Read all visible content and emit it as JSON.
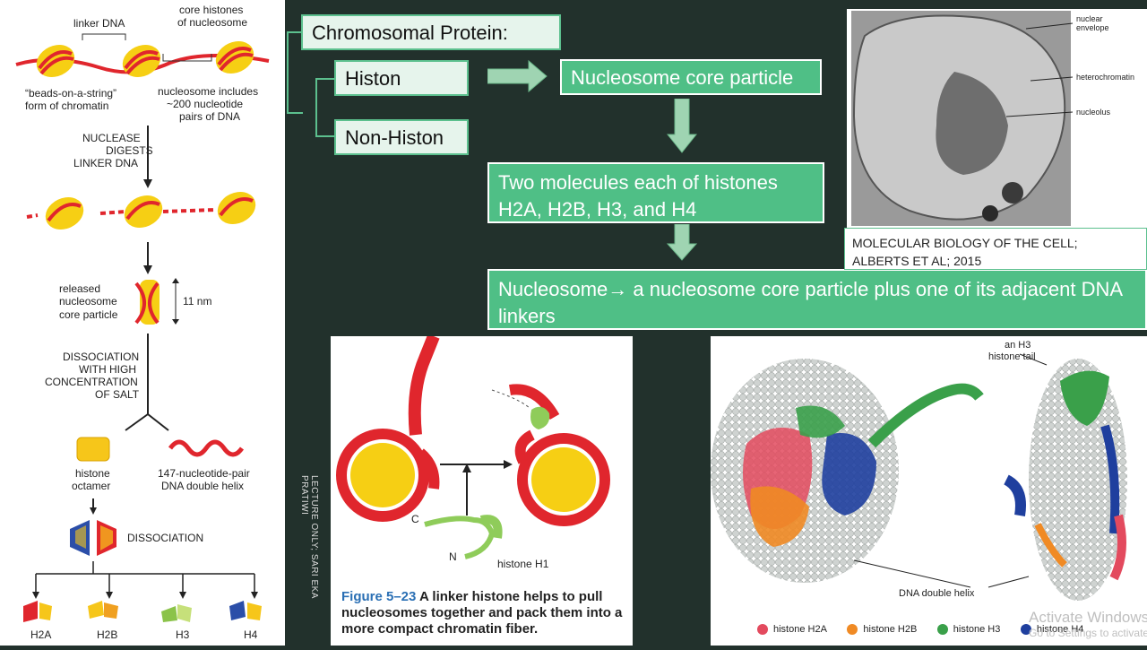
{
  "left_figure": {
    "linker_dna": "linker DNA",
    "core_histones": [
      "core histones",
      "of nucleosome"
    ],
    "beads": [
      "“beads-on-a-string”",
      "form of chromatin"
    ],
    "nucleosome_includes": [
      "nucleosome includes",
      "~200 nucleotide",
      "pairs of DNA"
    ],
    "nuclease": [
      "NUCLEASE",
      "DIGESTS",
      "LINKER DNA"
    ],
    "released": [
      "released",
      "nucleosome",
      "core particle"
    ],
    "size": "11 nm",
    "dissociation_salt": [
      "DISSOCIATION",
      "WITH HIGH",
      "CONCENTRATION",
      "OF SALT"
    ],
    "histone_octamer": [
      "histone",
      "octamer"
    ],
    "dna_helix": [
      "147-nucleotide-pair",
      "DNA double helix"
    ],
    "dissociation": "DISSOCIATION",
    "histones": [
      "H2A",
      "H2B",
      "H3",
      "H4"
    ]
  },
  "vertical_credit": "LECTURE ONLY; SARI EKA PRATIWI",
  "diagram": {
    "root": "Chromosomal Protein:",
    "histon": "Histon",
    "non_histon": "Non-Histon",
    "core_particle": "Nucleosome core particle",
    "two_molecules": "Two molecules each of histones H2A, H2B, H3, and H4",
    "nucleosome_def": "Nucleosome→ a nucleosome core particle plus one of its adjacent DNA linkers"
  },
  "micrograph": {
    "labels": [
      "nuclear",
      "envelope",
      "heterochromatin",
      "nucleolus"
    ],
    "caption": [
      "MOLECULAR BIOLOGY OF THE CELL;",
      "ALBERTS ET AL; 2015"
    ]
  },
  "figure_523": {
    "c_label": "C",
    "n_label": "N",
    "h1_label": "histone H1",
    "fignum": "Figure 5–23",
    "caption_rest": " A linker histone helps to pull nucleosomes together and pack them into a more compact chromatin fiber."
  },
  "structure_fig": {
    "tail_label": [
      "an H3",
      "histone tail"
    ],
    "dna_label": "DNA double helix",
    "legend": [
      {
        "label": "histone H2A",
        "color": "#e34a5e"
      },
      {
        "label": "histone H2B",
        "color": "#f08a24"
      },
      {
        "label": "histone H3",
        "color": "#3aa04a"
      },
      {
        "label": "histone H4",
        "color": "#1f3f9e"
      }
    ]
  },
  "watermark": [
    "Activate Windows",
    "Go to Settings to activate Windows."
  ]
}
